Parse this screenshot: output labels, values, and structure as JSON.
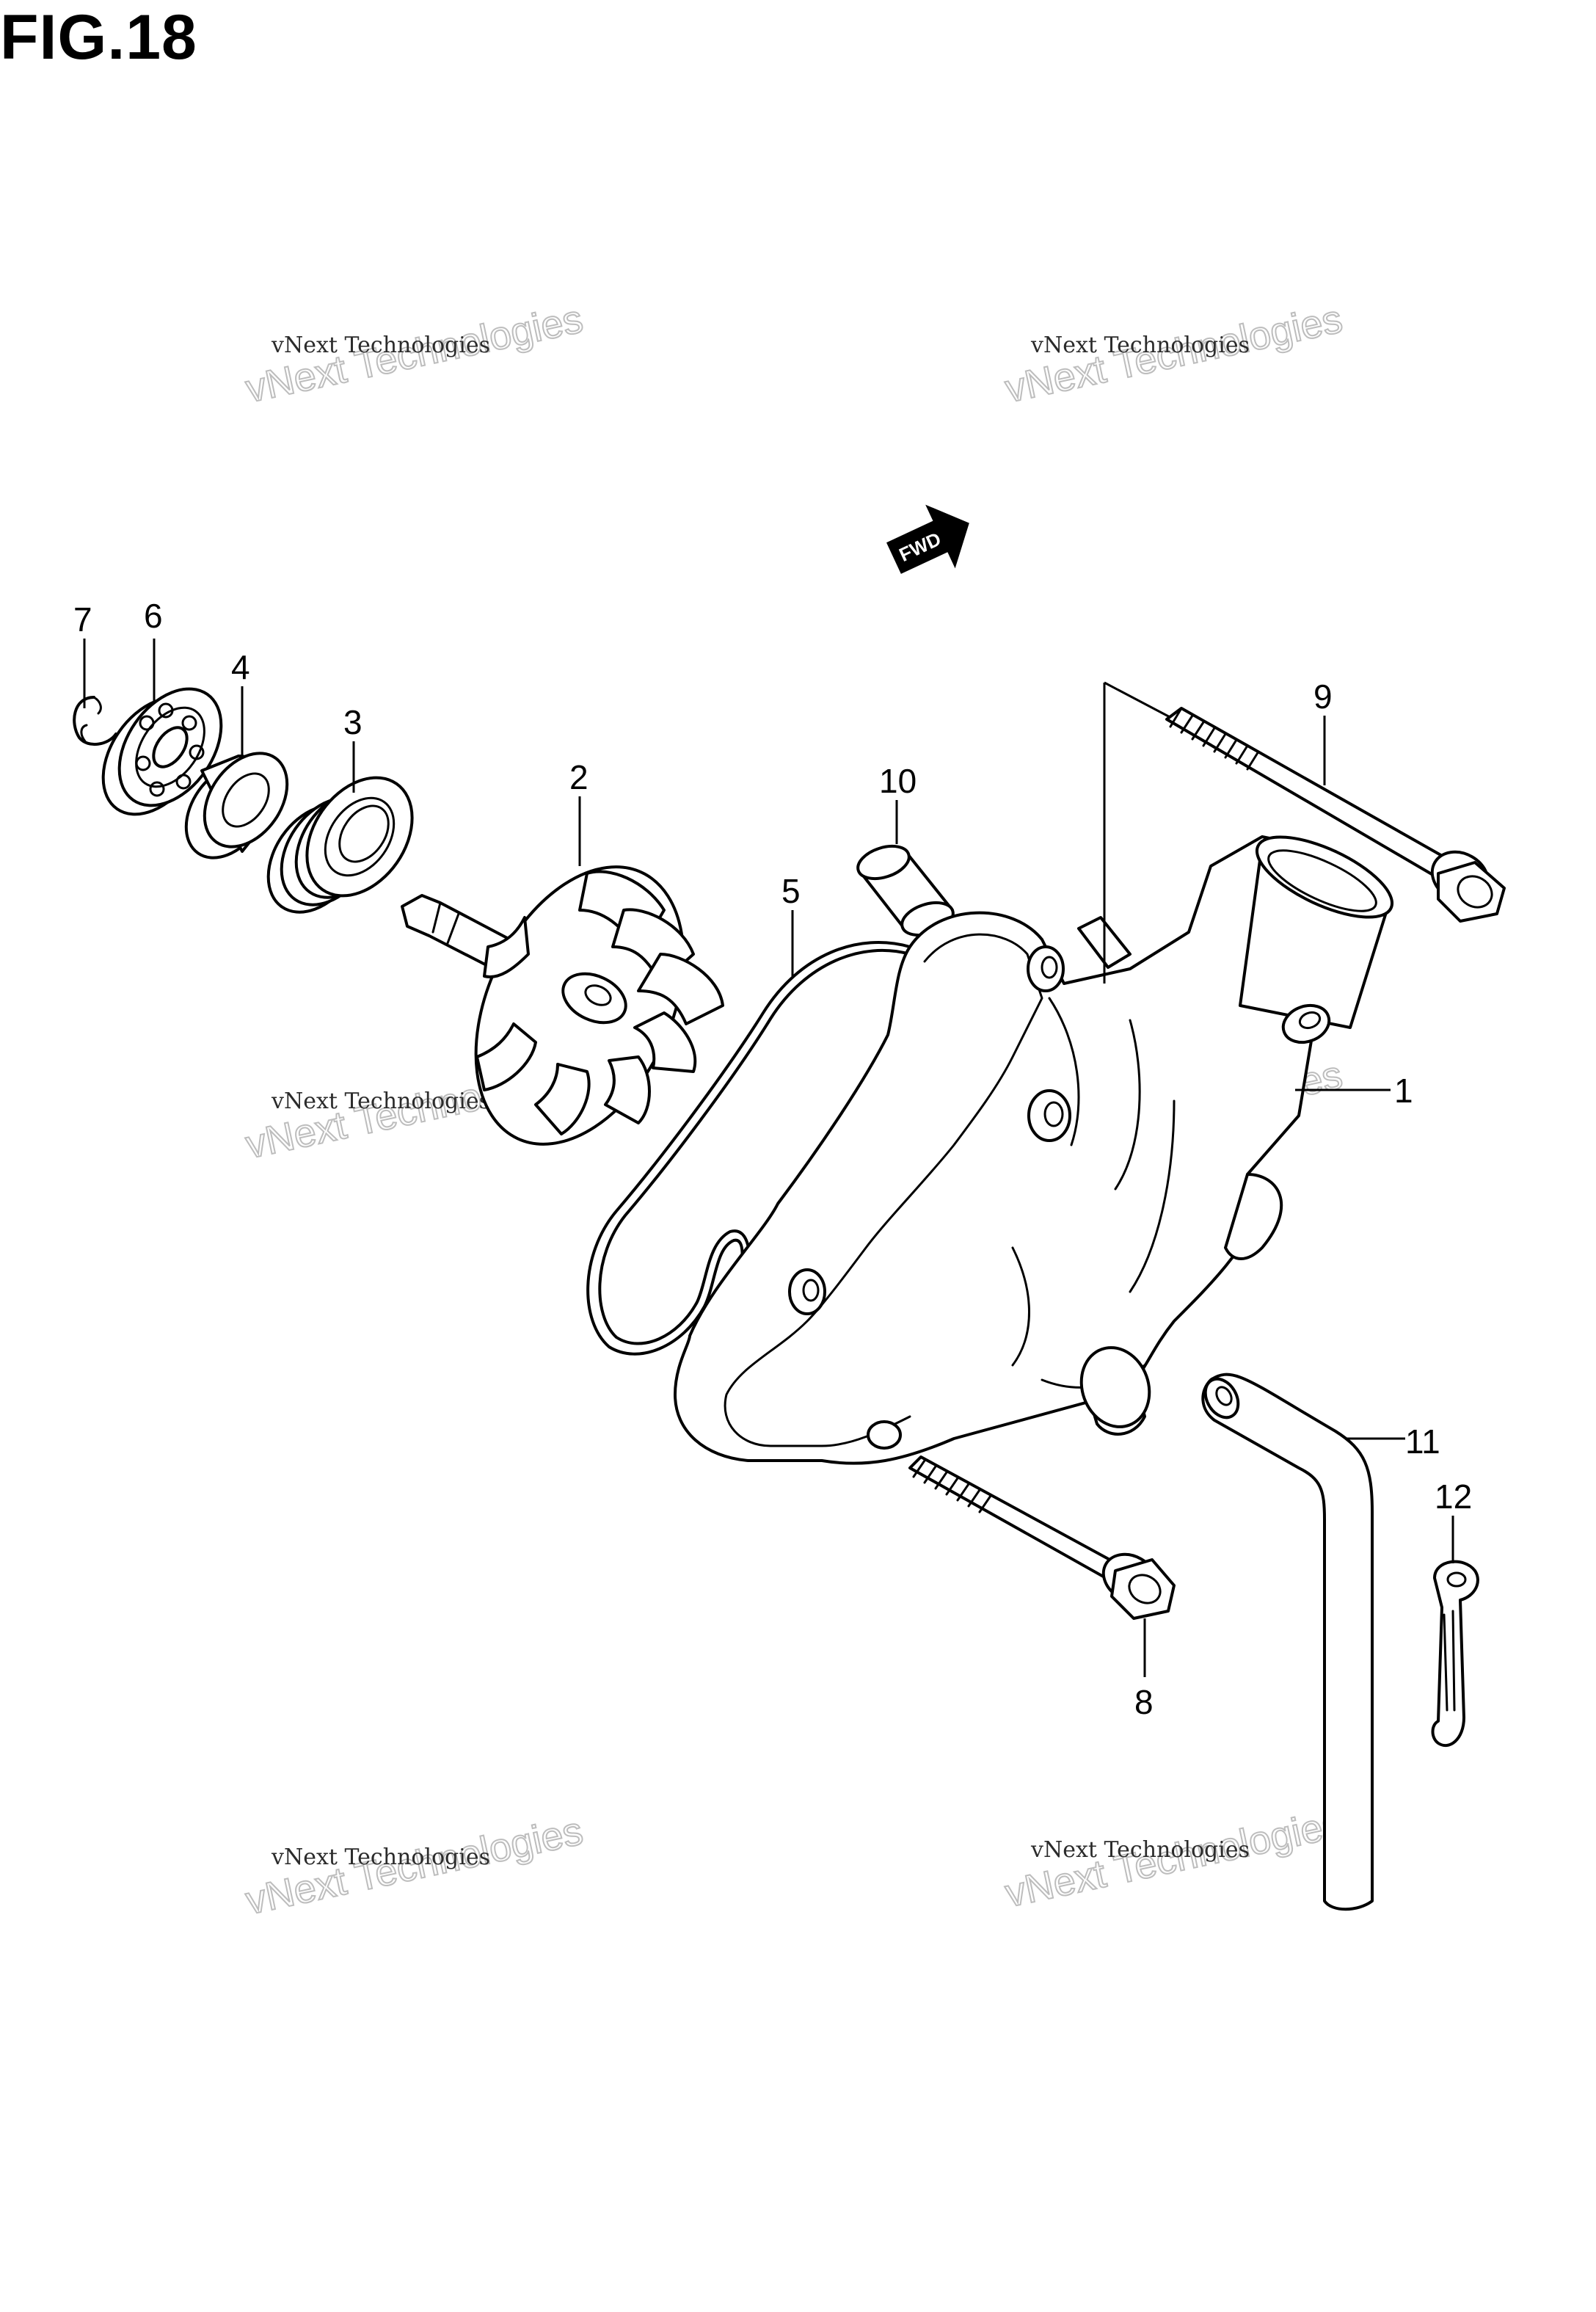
{
  "figure": {
    "title": "FIG.18"
  },
  "fwd_label": "FWD",
  "watermark": {
    "line1": "vNext Technologies",
    "line2": "vNext Technologies"
  },
  "callouts": {
    "p1": "1",
    "p2": "2",
    "p3": "3",
    "p4": "4",
    "p5": "5",
    "p6": "6",
    "p7": "7",
    "p8": "8",
    "p9": "9",
    "p10": "10",
    "p11": "11",
    "p12": "12"
  }
}
